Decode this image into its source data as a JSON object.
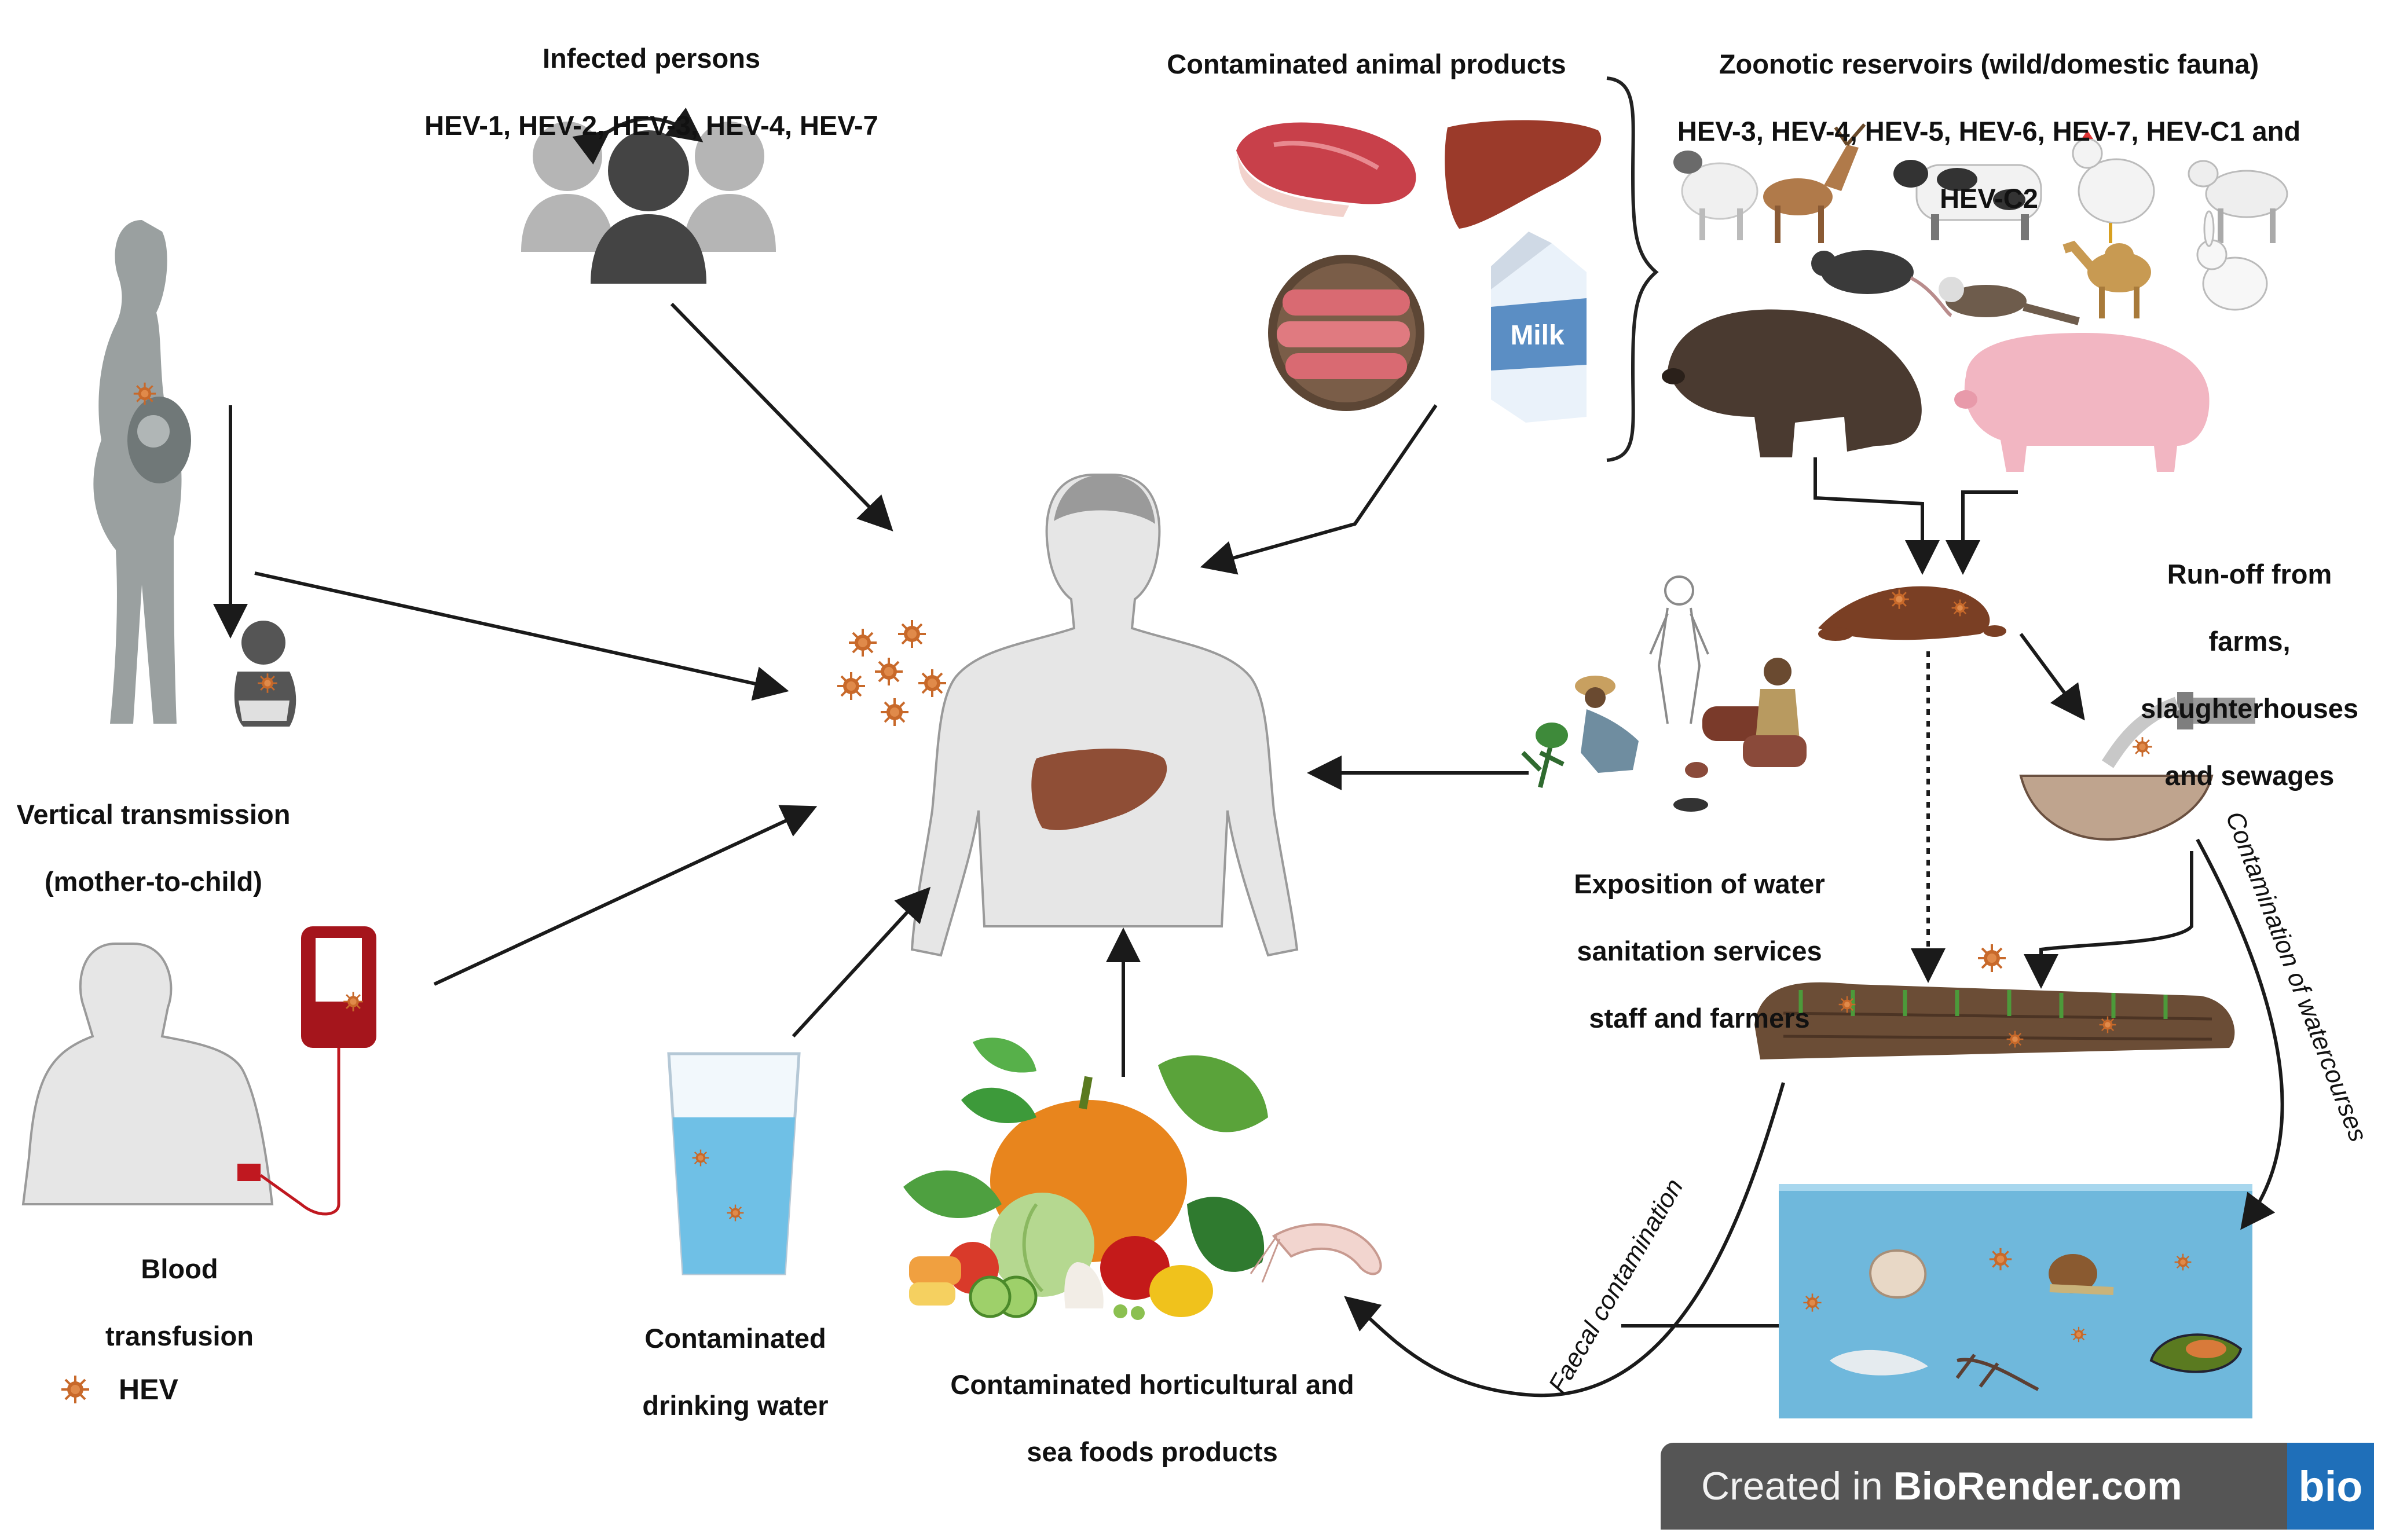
{
  "labels": {
    "infected_title": "Infected persons",
    "infected_genotypes": "HEV-1, HEV-2, HEV-3, HEV-4, HEV-7",
    "animal_products": "Contaminated animal products",
    "reservoirs_title": "Zoonotic reservoirs (wild/domestic fauna)",
    "reservoirs_line2": "HEV-3,  HEV-4, HEV-5, HEV-6, HEV-7, HEV-C1 and",
    "reservoirs_line3": "HEV-C2",
    "milk": "Milk",
    "vertical_1": "Vertical transmission",
    "vertical_2": "(mother-to-child)",
    "blood_1": "Blood",
    "blood_2": "transfusion",
    "runoff_1": "Run-off from",
    "runoff_2": "farms,",
    "runoff_3": "slaughterhouses",
    "runoff_4": "and sewages",
    "exposition_1": "Exposition of water",
    "exposition_2": "sanitation services",
    "exposition_3": "staff and farmers",
    "water_1": "Contaminated",
    "water_2": "drinking water",
    "horti_1": "Contaminated horticultural and",
    "horti_2": "sea foods products",
    "watercourses": "Contamination of watercourses",
    "faecal": "Faecal contamination"
  },
  "legend": {
    "label": "HEV",
    "icon": "virus-icon"
  },
  "badge": {
    "prefix": "Created in",
    "brand": "BioRender.com",
    "logo": "bio"
  },
  "colors": {
    "virus": "#c8692a",
    "human": "#e6e6e6",
    "human_stroke": "#9a9a9a",
    "liver": "#8f4e36",
    "blood": "#a5151c",
    "water": "#6fc0e6",
    "arrow": "#1a1a1a",
    "badge": "#555555",
    "logo": "#1f6fb9"
  }
}
